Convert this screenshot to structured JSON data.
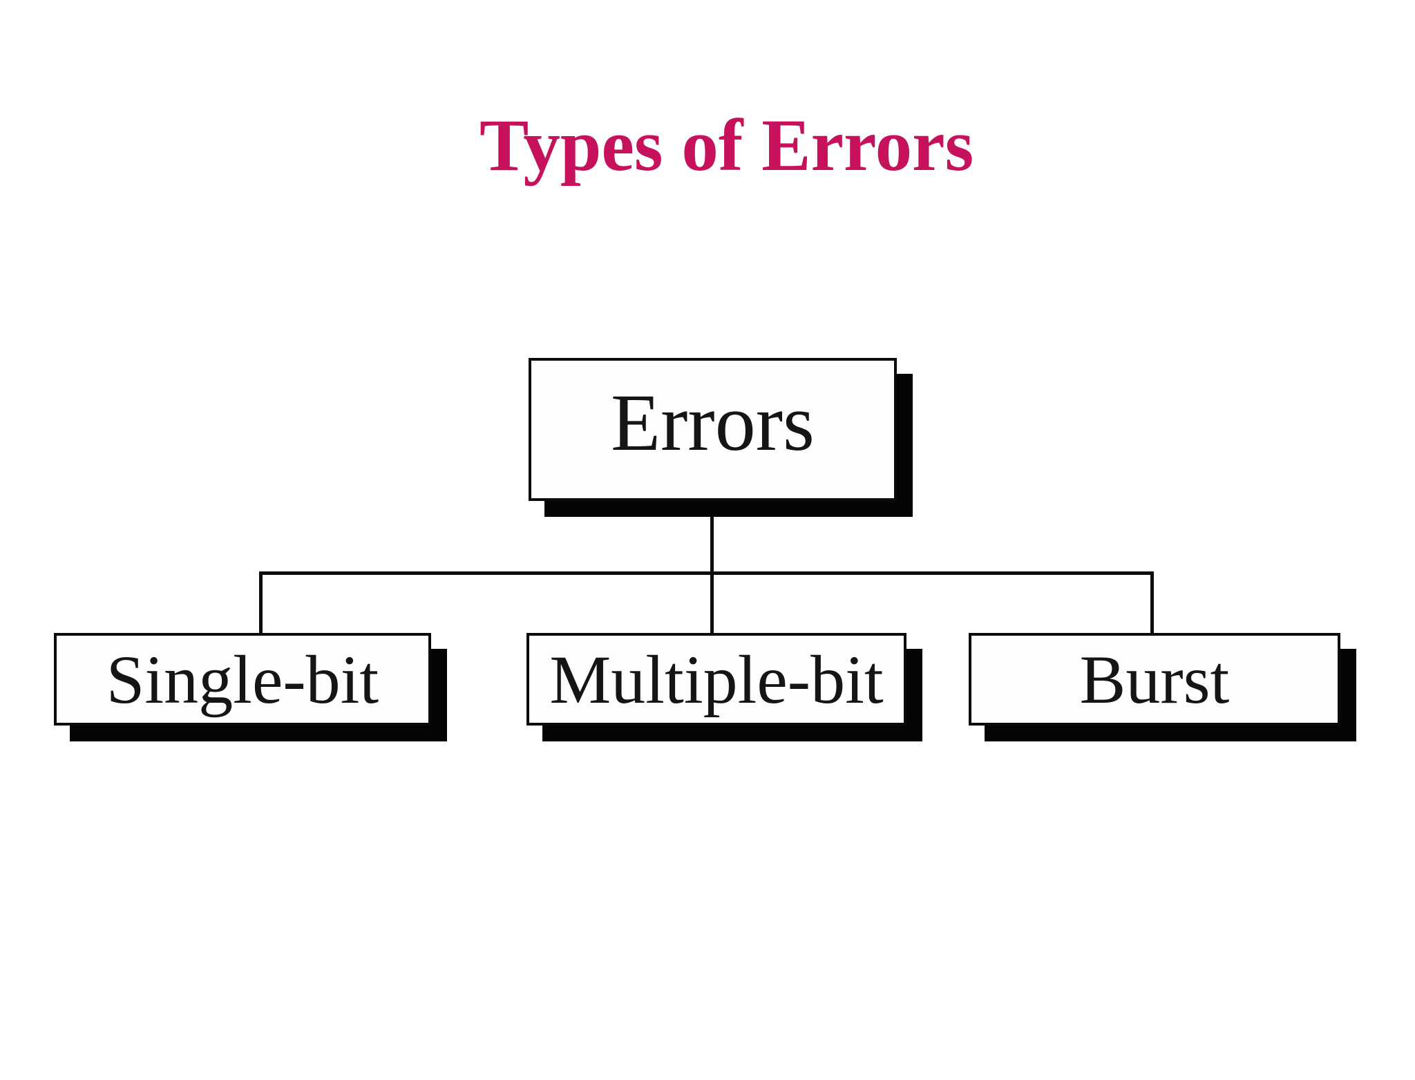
{
  "title": {
    "text": "Types of Errors"
  },
  "diagram": {
    "root": {
      "label": "Errors"
    },
    "children": [
      {
        "label": "Single-bit"
      },
      {
        "label": "Multiple-bit"
      },
      {
        "label": "Burst"
      }
    ]
  },
  "colors": {
    "title_color": "#C6115D",
    "box_border": "#0b0b0b",
    "box_fill": "#fefefe",
    "shadow": "#050505",
    "line": "#0d0d0d",
    "text": "#151515",
    "page_bg": "#ffffff"
  }
}
